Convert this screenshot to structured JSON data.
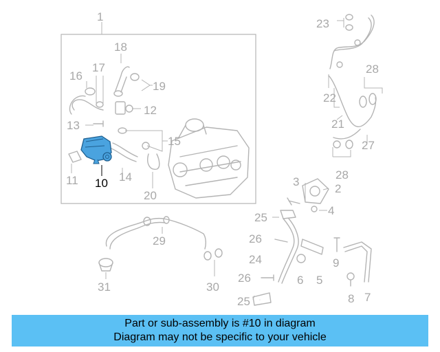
{
  "callouts": {
    "c1": "1",
    "c2": "2",
    "c3": "3",
    "c4": "4",
    "c5": "5",
    "c6": "6",
    "c7": "7",
    "c8": "8",
    "c9": "9",
    "c10": "10",
    "c11": "11",
    "c12": "12",
    "c13": "13",
    "c14": "14",
    "c15": "15",
    "c16": "16",
    "c17": "17",
    "c18": "18",
    "c19": "19",
    "c20": "20",
    "c21": "21",
    "c22": "22",
    "c23": "23",
    "c24": "24",
    "c25a": "25",
    "c25b": "25",
    "c26a": "26",
    "c26b": "26",
    "c27": "27",
    "c28a": "28",
    "c28b": "28",
    "c29": "29",
    "c30": "30",
    "c31": "31"
  },
  "highlight": {
    "part_number": "10",
    "color": "#4aa3df"
  },
  "banner": {
    "line1": "Part or sub-assembly is #10 in diagram",
    "line2": "Diagram may not be specific to your vehicle",
    "color": "#5bc0f4"
  }
}
